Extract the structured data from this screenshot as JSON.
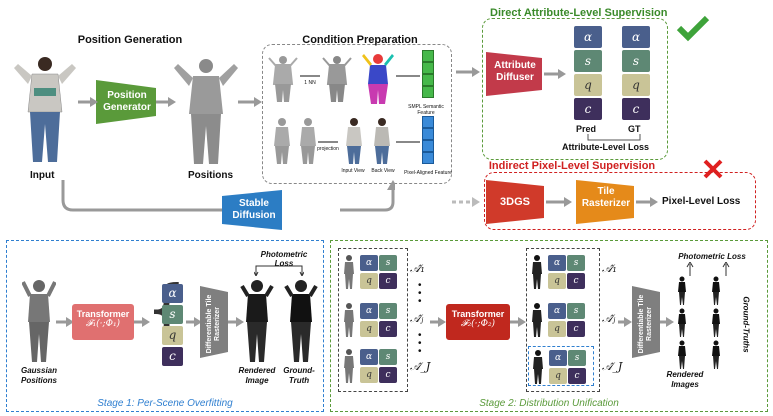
{
  "top": {
    "position_generation": {
      "title": "Position Generation",
      "generator_label": "Position Generator",
      "input_label": "Input",
      "positions_label": "Positions"
    },
    "condition_preparation": {
      "title": "Condition Preparation",
      "nn_label": "1 NN",
      "smpl_label": "SMPL Semantic Feature",
      "projection_label": "projection",
      "input_view_label": "Input View",
      "back_view_label": "Back View",
      "pixel_aligned_label": "Pixel-Aligned Feature"
    },
    "stable_diffusion_label": "Stable Diffusion",
    "direct": {
      "title": "Direct Attribute-Level Supervision",
      "diffuser_label": "Attribute Diffuser",
      "pred_label": "Pred",
      "gt_label": "GT",
      "loss_label": "Attribute-Level Loss",
      "check_color": "#3ea33a"
    },
    "indirect": {
      "title": "Indirect Pixel-Level Supervision",
      "dgs_label": "3DGS",
      "rasterizer_label": "Tile Rasterizer",
      "loss_label": "Pixel-Level Loss",
      "cross_color": "#e02020"
    },
    "attributes": [
      "α",
      "s",
      "q",
      "c"
    ]
  },
  "stage1": {
    "caption": "Stage 1: Per-Scene Overfitting",
    "gaussian_label": "Gaussian Positions",
    "transformer_label": "Transformer",
    "transformer_formula": "𝓕₁(·;Φ₁)",
    "rasterizer_label": "Differentiable Tile Rasterizer",
    "photometric_label": "Photometric Loss",
    "rendered_label": "Rendered Image",
    "gt_label": "Ground-Truth"
  },
  "stage2": {
    "caption": "Stage 2: Distribution Unification",
    "transformer_label": "Transformer",
    "transformer_formula": "𝓕₂(·;Φ₂)",
    "a_labels": [
      "𝒜̂₁",
      "𝒜̂ⱼ",
      "𝒜̂_J"
    ],
    "a_labels_right": [
      "𝒜̂₁",
      "𝒜̂ⱼ",
      "𝒜̂_J"
    ],
    "rasterizer_label": "Differentiable Tile Rasterizer",
    "photometric_label": "Photometric Loss",
    "rendered_label": "Rendered Images",
    "gt_label": "Ground-Truths"
  },
  "colors": {
    "generator": "#5a9a3a",
    "diffusion": "#2c7dc4",
    "diffuser": "#c23a4a",
    "dgs": "#d03a2a",
    "rasterizer": "#e58a1a",
    "transformer1": "#e07070",
    "transformer2": "#c0281e",
    "stage_blue": "#2f7fd0",
    "stage_green": "#5a9a3a"
  }
}
